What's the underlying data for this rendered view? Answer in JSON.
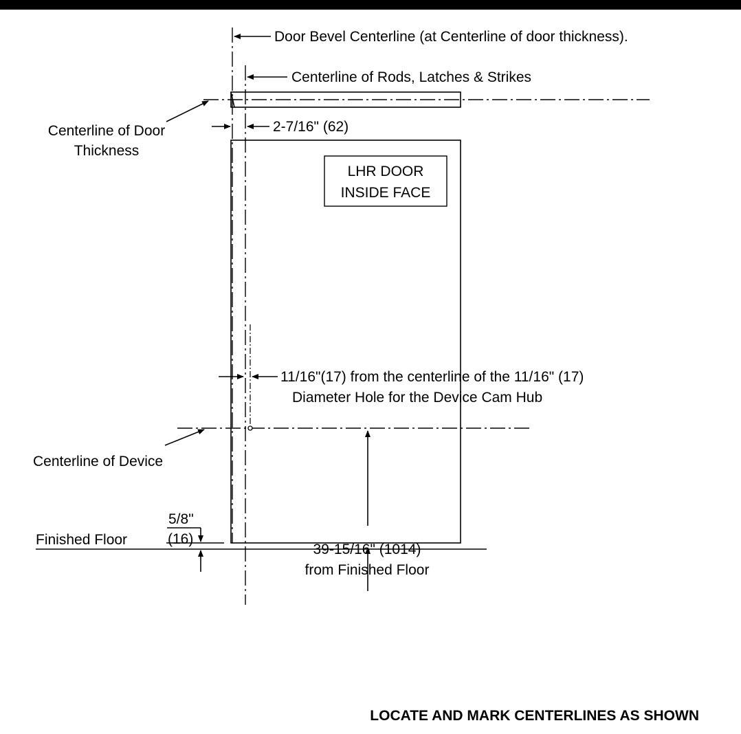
{
  "labels": {
    "door_bevel_centerline": "Door Bevel Centerline (at Centerline of door thickness).",
    "centerline_rods": "Centerline of Rods, Latches & Strikes",
    "centerline_door_thickness_1": "Centerline of Door",
    "centerline_door_thickness_2": "Thickness",
    "offset_dimension": "2-7/16\" (62)",
    "door_box_line1": "LHR DOOR",
    "door_box_line2": "INSIDE FACE",
    "hub_note_line1": "11/16\"(17) from the centerline of the 11/16\" (17)",
    "hub_note_line2": "Diameter Hole for the Device Cam Hub",
    "centerline_device": "Centerline of Device",
    "height_dim_line1": "39-15/16\" (1014)",
    "height_dim_line2": "from Finished Floor",
    "gap_dim_line1": "5/8\"",
    "gap_dim_line2": "(16)",
    "finished_floor": "Finished Floor",
    "footer_instruction": "LOCATE AND MARK CENTERLINES AS SHOWN"
  }
}
